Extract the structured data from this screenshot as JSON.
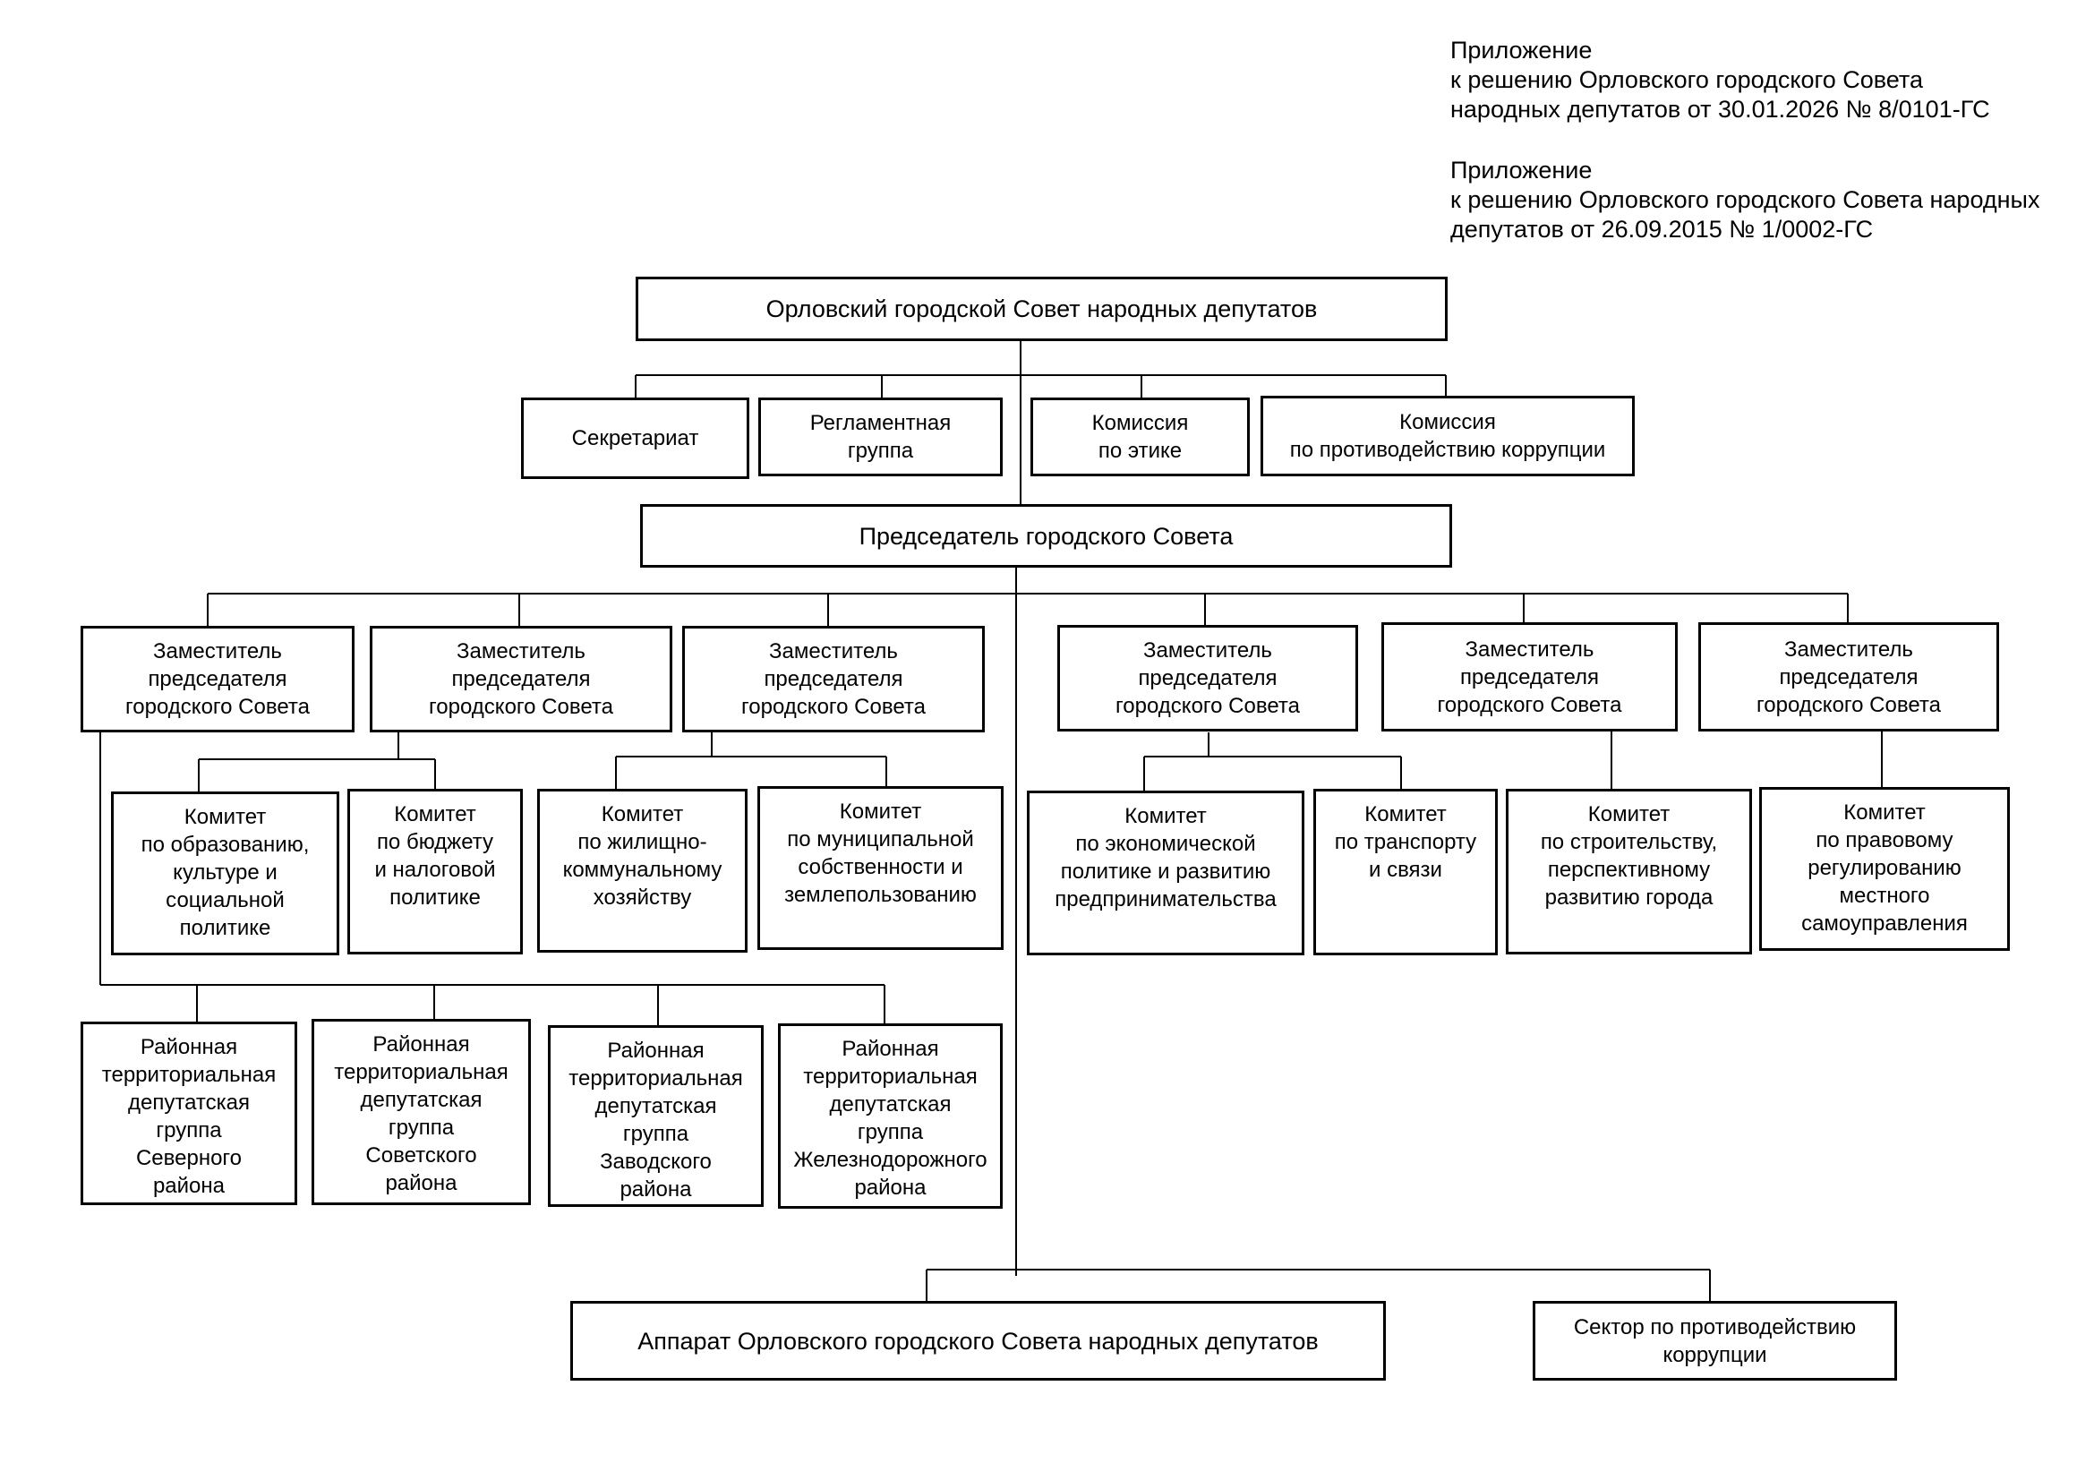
{
  "header": {
    "appendix_new": "Приложение\nк решению Орловского городского Совета\nнародных депутатов от 30.01.2026 № 8/0101-ГС",
    "appendix_old": "Приложение\nк решению Орловского городского Совета народных\nдепутатов от 26.09.2015 № 1/0002-ГС"
  },
  "council": "Орловский городской Совет народных депутатов",
  "council_units": {
    "secretariat": "Секретариат",
    "reglament": "Регламентная\nгруппа",
    "ethics": "Комиссия\nпо этике",
    "anticorruption": "Комиссия\nпо противодействию коррупции"
  },
  "chairman": "Председатель городского Совета",
  "deputies": [
    "Заместитель\nпредседателя\nгородского Совета",
    "Заместитель\nпредседателя\nгородского Совета",
    "Заместитель\nпредседателя\nгородского Совета",
    "Заместитель\nпредседателя\nгородского Совета",
    "Заместитель\nпредседателя\nгородского Совета",
    "Заместитель\nпредседателя\nгородского Совета"
  ],
  "committees": [
    "Комитет\nпо образованию,\nкультуре и\nсоциальной\nполитике",
    "Комитет\nпо бюджету\nи налоговой\nполитике",
    "Комитет\nпо жилищно-\nкоммунальному\nхозяйству",
    "Комитет\nпо муниципальной\nсобственности и\nземлепользованию",
    "Комитет\nпо экономической\nполитике и развитию\nпредпринимательства",
    "Комитет\nпо транспорту\nи связи",
    "Комитет\nпо строительству,\nперспективному\nразвитию города",
    "Комитет\nпо правовому\nрегулированию\nместного\nсамоуправления"
  ],
  "district_groups": [
    "Районная\nтерриториальная\nдепутатская\nгруппа\nСеверного\nрайона",
    "Районная\nтерриториальная\nдепутатская\nгруппа\nСоветского\nрайона",
    "Районная\nтерриториальная\nдепутатская\nгруппа\nЗаводского\nрайона",
    "Районная\nтерриториальная\nдепутатская\nгруппа\nЖелезнодорожного\nрайона"
  ],
  "apparatus": "Аппарат Орловского городского Совета народных депутатов",
  "anticorruption_sector": "Сектор по противодействию\nкоррупции"
}
